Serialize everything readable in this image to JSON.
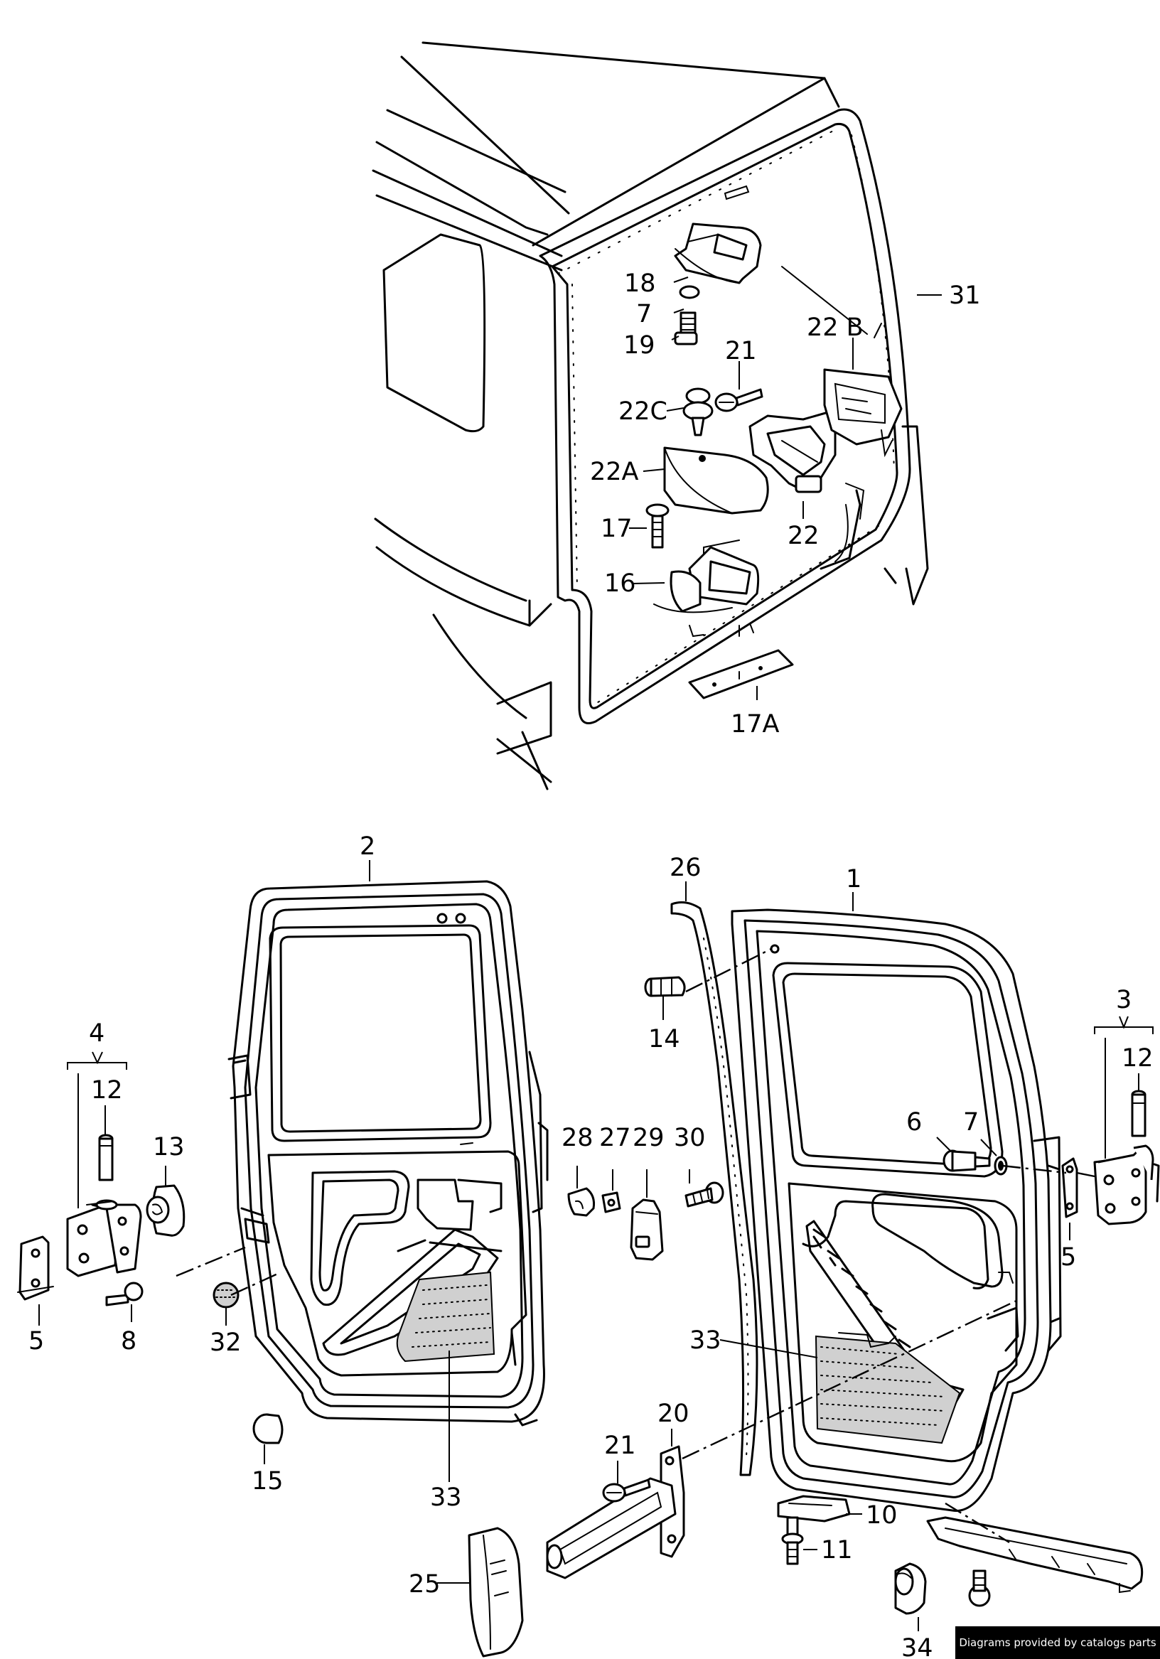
{
  "callouts": {
    "p31": "31",
    "p18": "18",
    "p7a": "7",
    "p19": "19",
    "p22b": "22 B",
    "p21a": "21",
    "p22c": "22C",
    "p22a": "22A",
    "p22": "22",
    "p17": "17",
    "p16": "16",
    "p17a": "17A",
    "p2": "2",
    "p26": "26",
    "p1": "1",
    "p14": "14",
    "p3": "3",
    "p12b": "12",
    "p4": "4",
    "p12a": "12",
    "p13": "13",
    "p28": "28",
    "p27": "27",
    "p29": "29",
    "p30": "30",
    "p6": "6",
    "p7b": "7",
    "p5a": "5",
    "p8": "8",
    "p32": "32",
    "p5b": "5",
    "p33a": "33",
    "p33b": "33",
    "p15": "15",
    "p20": "20",
    "p21b": "21",
    "p10": "10",
    "p11": "11",
    "p25": "25",
    "p34": "34"
  },
  "credit": "Diagrams provided by catalogs parts"
}
